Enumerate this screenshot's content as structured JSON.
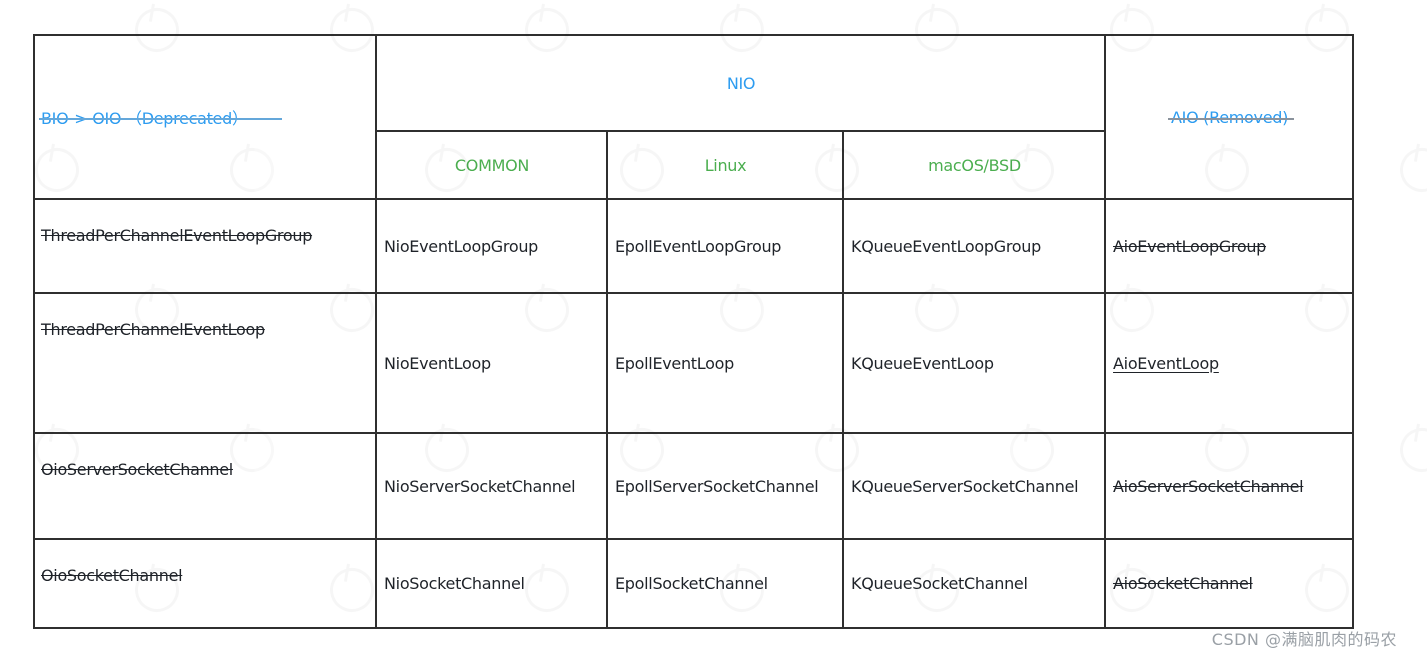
{
  "page": {
    "watermark_credit": "CSDN @满脑肌肉的码农"
  },
  "colors": {
    "header_blue": "#2d9cf0",
    "header_green": "#4bae4f",
    "cell_text": "#1f2329",
    "border": "#2f2f2f"
  },
  "table": {
    "headers": {
      "bio": "BIO-> OIO （Deprecated）",
      "nio": "NIO",
      "nio_sub": {
        "common": "COMMON",
        "linux": "Linux",
        "macos": "macOS/BSD"
      },
      "aio": "AIO (Removed)"
    },
    "rows": [
      {
        "bio": "ThreadPerChannelEventLoopGroup",
        "nio_common": "NioEventLoopGroup",
        "nio_linux": "EpollEventLoopGroup",
        "nio_macos": "KQueueEventLoopGroup",
        "aio": "AioEventLoopGroup"
      },
      {
        "bio": "ThreadPerChannelEventLoop",
        "nio_common": "NioEventLoop",
        "nio_linux": "EpollEventLoop",
        "nio_macos": "KQueueEventLoop",
        "aio": "AioEventLoop"
      },
      {
        "bio": "OioServerSocketChannel",
        "nio_common": "NioServerSocketChannel",
        "nio_linux": "EpollServerSocketChannel",
        "nio_macos": "KQueueServerSocketChannel",
        "aio": "AioServerSocketChannel"
      },
      {
        "bio": "OioSocketChannel",
        "nio_common": "NioSocketChannel",
        "nio_linux": "EpollSocketChannel",
        "nio_macos": "KQueueSocketChannel",
        "aio": "AioSocketChannel"
      }
    ]
  }
}
